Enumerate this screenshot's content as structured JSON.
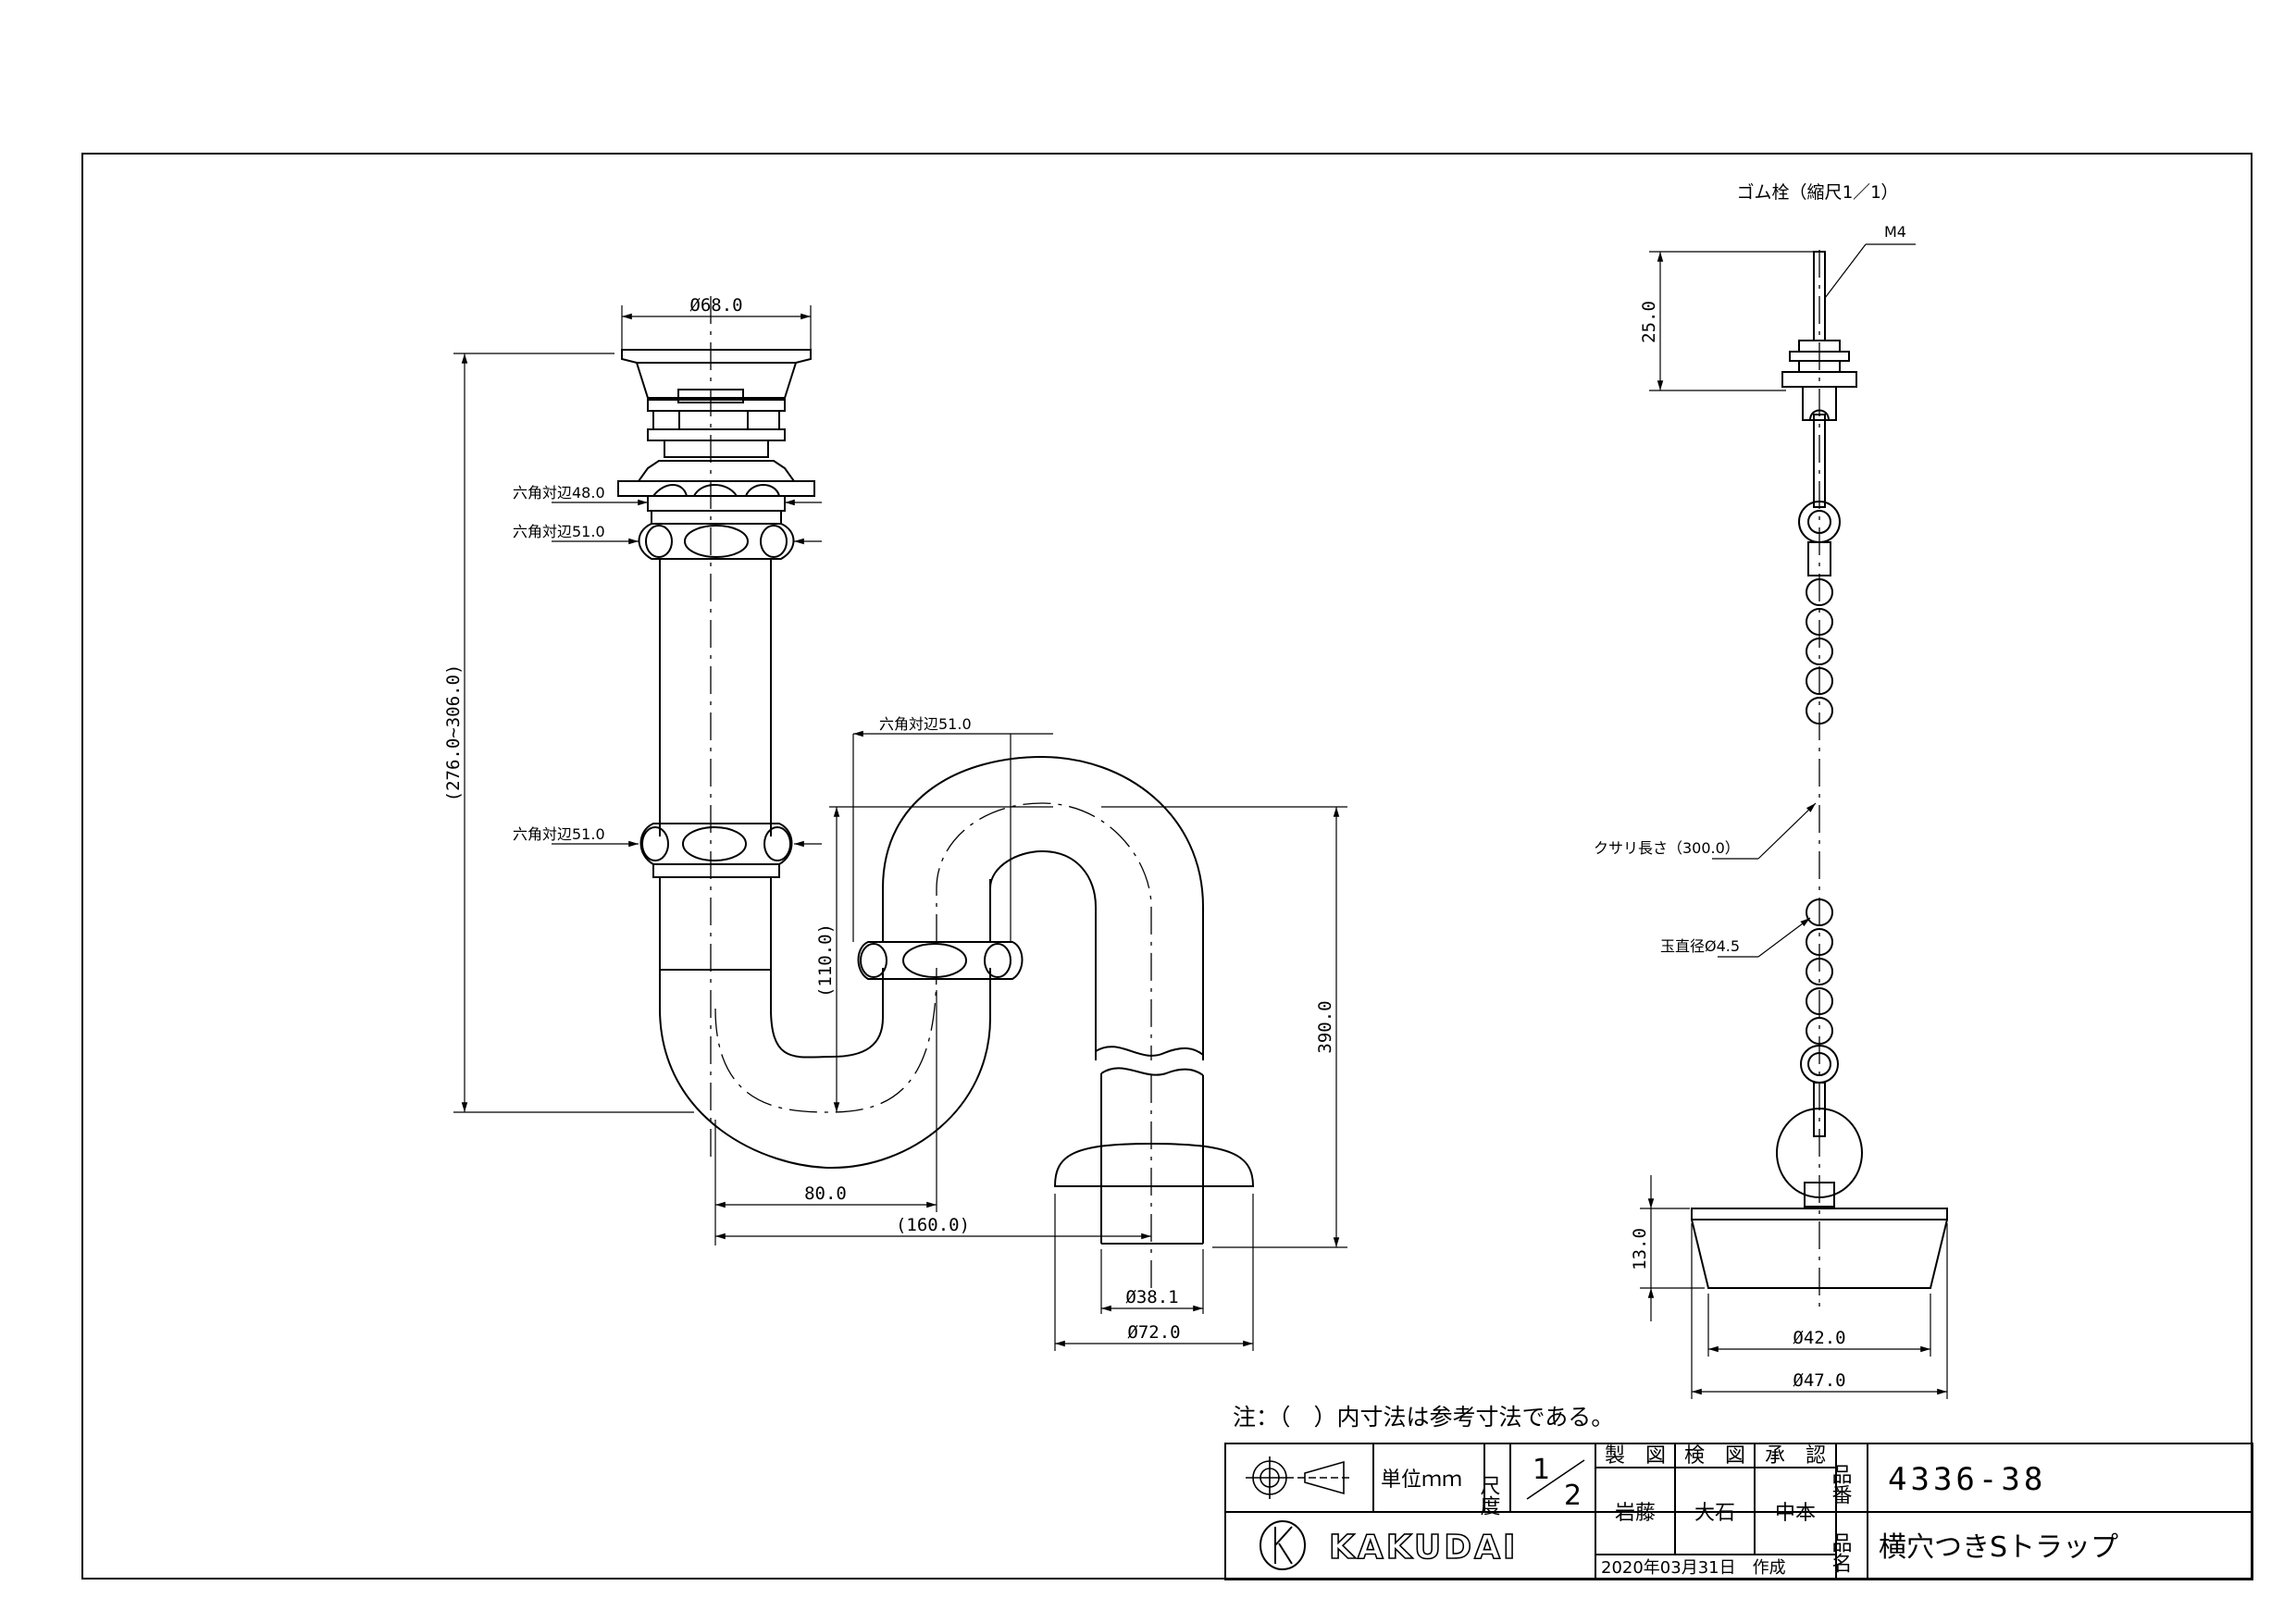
{
  "dimensions": {
    "top_dia": "Ø68.0",
    "hex48": "六角対辺48.0",
    "hex51_upper": "六角対辺51.0",
    "hex51_middle": "六角対辺51.0",
    "hex51_trap": "六角対辺51.0",
    "height_range": "(276.0~306.0)",
    "trap_depth": "(110.0)",
    "total_height": "390.0",
    "offset": "80.0",
    "width_ref": "(160.0)",
    "outlet_dia": "Ø38.1",
    "flange_dia": "Ø72.0"
  },
  "stopper": {
    "title": "ゴム栓（縮尺1／1）",
    "thread": "M4",
    "stem_length": "25.0",
    "chain_length": "クサリ長さ（300.0）",
    "ball_dia": "玉直径Ø4.5",
    "plug_height": "13.0",
    "plug_bottom_dia": "Ø42.0",
    "plug_top_dia": "Ø47.0"
  },
  "note": "注：（　）内寸法は参考寸法である。",
  "title_block": {
    "unit": "単位ｍｍ",
    "scale_label": "尺度",
    "scale_num": "1",
    "scale_den": "2",
    "drawn_label": "製　図",
    "checked_label": "検　図",
    "approved_label": "承　認",
    "drawn_by": "岩藤",
    "checked_by": "大石",
    "approved_by": "中本",
    "date": "2020年03月31日　作成",
    "part_no_label": "品番",
    "part_no": "4336-38",
    "part_name_label": "品名",
    "part_name": "横穴つきSトラップ",
    "company": "KAKUDAI"
  }
}
